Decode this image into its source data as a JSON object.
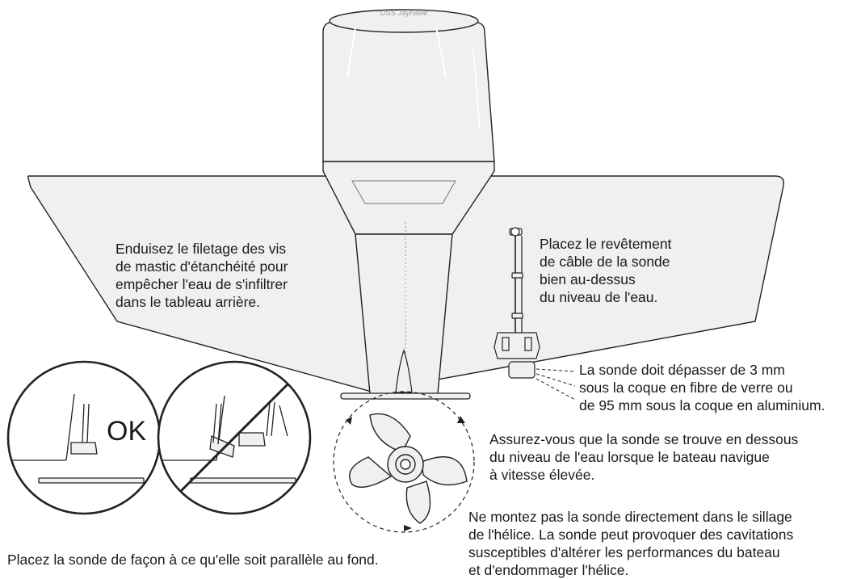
{
  "engine": {
    "brand": "USS Jayhawk"
  },
  "notes": {
    "sealant": [
      "Enduisez le filetage des vis",
      "de mastic d'étanchéité pour",
      "empêcher l'eau de s'infiltrer",
      "dans le tableau arrière."
    ],
    "cable": [
      "Placez le revêtement",
      "de câble de la sonde",
      "bien au-dessus",
      "du niveau de l'eau."
    ],
    "depth": [
      "La sonde doit dépasser de 3 mm",
      "sous la coque en fibre de verre ou",
      "de 95 mm sous la coque en aluminium."
    ],
    "speed": [
      "Assurez-vous que la sonde se trouve en dessous",
      "du niveau de l'eau lorsque le bateau navigue",
      "à vitesse élevée."
    ],
    "wake": [
      "Ne montez pas la sonde directement dans le sillage",
      "de l'hélice. La sonde peut provoquer des cavitations",
      "susceptibles d'altérer les performances du bateau",
      "et d'endommager l'hélice."
    ],
    "parallel": "Placez la sonde de façon à ce qu'elle soit parallèle au fond."
  },
  "detail_ok": {
    "label": "OK"
  }
}
